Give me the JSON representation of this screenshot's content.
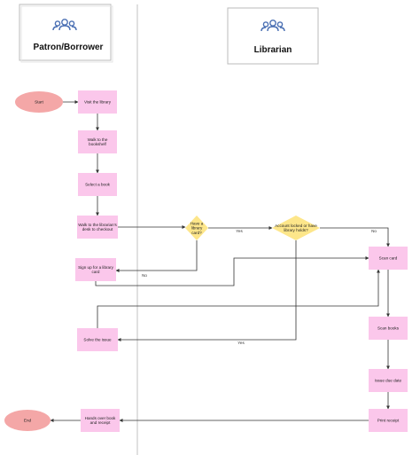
{
  "swimlanes": [
    {
      "id": "patron",
      "title": "Patron/Borrower",
      "icon": "users-icon"
    },
    {
      "id": "librarian",
      "title": "Librarian",
      "icon": "users-icon"
    }
  ],
  "colors": {
    "process_fill": "#fbc7eb",
    "decision_fill": "#fde68a",
    "terminal_fill": "#f4a7a7",
    "icon": "#4a6fb3",
    "line": "#333333",
    "divider": "#cccccc"
  },
  "nodes": [
    {
      "id": "start",
      "type": "terminal",
      "lines": [
        "Start"
      ]
    },
    {
      "id": "visit",
      "type": "process",
      "lines": [
        "Visit the library"
      ]
    },
    {
      "id": "walk-bookshelf",
      "type": "process",
      "lines": [
        "Walk to the",
        "bookshelf"
      ]
    },
    {
      "id": "select-book",
      "type": "process",
      "lines": [
        "Select a book"
      ]
    },
    {
      "id": "walk-desk",
      "type": "process",
      "lines": [
        "Walk to the librarian's",
        "desk to checkout"
      ]
    },
    {
      "id": "library-card",
      "type": "decision",
      "lines": [
        "Have a",
        "library",
        "card?"
      ]
    },
    {
      "id": "account-locked",
      "type": "decision",
      "lines": [
        "Account locked or have",
        "library holds?"
      ]
    },
    {
      "id": "sign-up",
      "type": "process",
      "lines": [
        "Sign up for a library",
        "card"
      ]
    },
    {
      "id": "scan-card",
      "type": "process",
      "lines": [
        "Scan card"
      ]
    },
    {
      "id": "solve-issue",
      "type": "process",
      "lines": [
        "Solve the issue"
      ]
    },
    {
      "id": "scan-books",
      "type": "process",
      "lines": [
        "Scan books"
      ]
    },
    {
      "id": "issue-due-date",
      "type": "process",
      "lines": [
        "Issue due date"
      ]
    },
    {
      "id": "print-receipt",
      "type": "process",
      "lines": [
        "Print receipt"
      ]
    },
    {
      "id": "hand-over",
      "type": "process",
      "lines": [
        "Hands over book",
        "and receipt"
      ]
    },
    {
      "id": "end",
      "type": "terminal",
      "lines": [
        "End"
      ]
    }
  ],
  "edges": [
    {
      "from": "start",
      "to": "visit",
      "label": ""
    },
    {
      "from": "visit",
      "to": "walk-bookshelf",
      "label": ""
    },
    {
      "from": "walk-bookshelf",
      "to": "select-book",
      "label": ""
    },
    {
      "from": "select-book",
      "to": "walk-desk",
      "label": ""
    },
    {
      "from": "walk-desk",
      "to": "library-card",
      "label": ""
    },
    {
      "from": "library-card",
      "to": "account-locked",
      "label": "Yes"
    },
    {
      "from": "library-card",
      "to": "sign-up",
      "label": "No"
    },
    {
      "from": "account-locked",
      "to": "scan-card",
      "label": "No"
    },
    {
      "from": "sign-up",
      "to": "scan-card",
      "label": ""
    },
    {
      "from": "account-locked",
      "to": "solve-issue",
      "label": "Yes"
    },
    {
      "from": "solve-issue",
      "to": "scan-card",
      "label": ""
    },
    {
      "from": "scan-card",
      "to": "scan-books",
      "label": ""
    },
    {
      "from": "scan-books",
      "to": "issue-due-date",
      "label": ""
    },
    {
      "from": "issue-due-date",
      "to": "print-receipt",
      "label": ""
    },
    {
      "from": "print-receipt",
      "to": "hand-over",
      "label": ""
    },
    {
      "from": "hand-over",
      "to": "end",
      "label": ""
    }
  ]
}
